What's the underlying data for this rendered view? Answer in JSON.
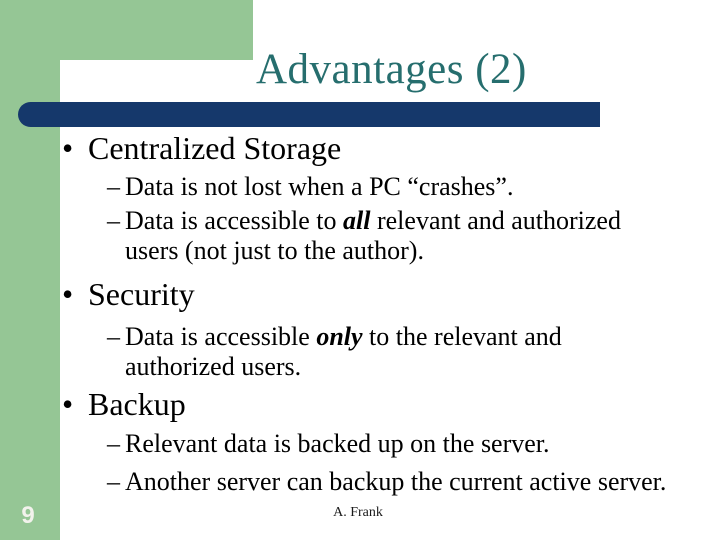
{
  "slide": {
    "title": "Advantages (2)",
    "page_number": "9",
    "footer_author": "A. Frank"
  },
  "colors": {
    "sage_green": "#95c695",
    "navy_bar": "#15386b",
    "title_teal": "#266e6e",
    "body_text": "#000000",
    "page_number_text": "#f2f2ec",
    "footer_text": "#1a1a1a"
  },
  "content": {
    "glyph_bullet": "•",
    "glyph_dash": "–",
    "sections": [
      {
        "heading": "Centralized Storage",
        "items": [
          {
            "lines": [
              [
                {
                  "t": "Data is not lost when a PC “crashes”."
                }
              ]
            ]
          },
          {
            "lines": [
              [
                {
                  "t": "Data is accessible to "
                },
                {
                  "t": "all",
                  "em": true
                },
                {
                  "t": " relevant and authorized"
                }
              ],
              [
                {
                  "t": "users (not just to the author)."
                }
              ]
            ]
          }
        ]
      },
      {
        "heading": "Security",
        "items": [
          {
            "lines": [
              [
                {
                  "t": "Data is accessible "
                },
                {
                  "t": "only",
                  "em": true
                },
                {
                  "t": " to the relevant and"
                }
              ],
              [
                {
                  "t": "authorized users."
                }
              ]
            ]
          }
        ]
      },
      {
        "heading": "Backup",
        "items": [
          {
            "lines": [
              [
                {
                  "t": "Relevant data is backed up on the server."
                }
              ]
            ]
          },
          {
            "lines": [
              [
                {
                  "t": "Another server can backup the current active server."
                }
              ]
            ]
          }
        ]
      }
    ]
  }
}
